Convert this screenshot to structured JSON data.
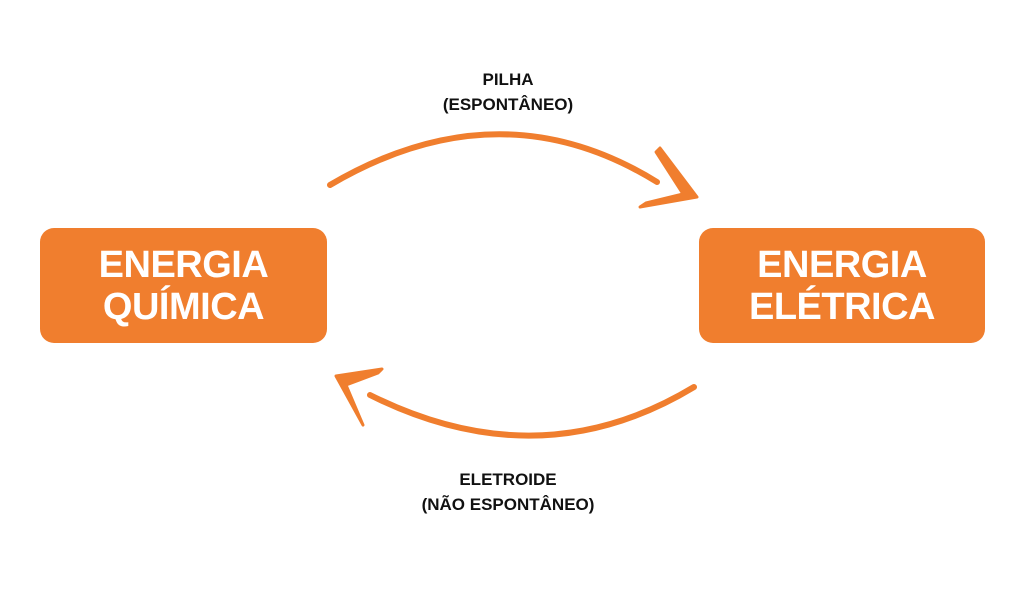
{
  "nodes": {
    "chemical": {
      "line1": "ENERGIA",
      "line2": "QUÍMICA"
    },
    "electrical": {
      "line1": "ENERGIA",
      "line2": "ELÉTRICA"
    }
  },
  "arrows": {
    "forward": {
      "line1": "PILHA",
      "line2": "(ESPONTÂNEO)"
    },
    "backward": {
      "line1": "ELETROIDE",
      "line2": "(NÃO ESPONTÂNEO)"
    }
  },
  "colors": {
    "accent": "#f07e2e",
    "text": "#111111",
    "box_text": "#ffffff"
  }
}
